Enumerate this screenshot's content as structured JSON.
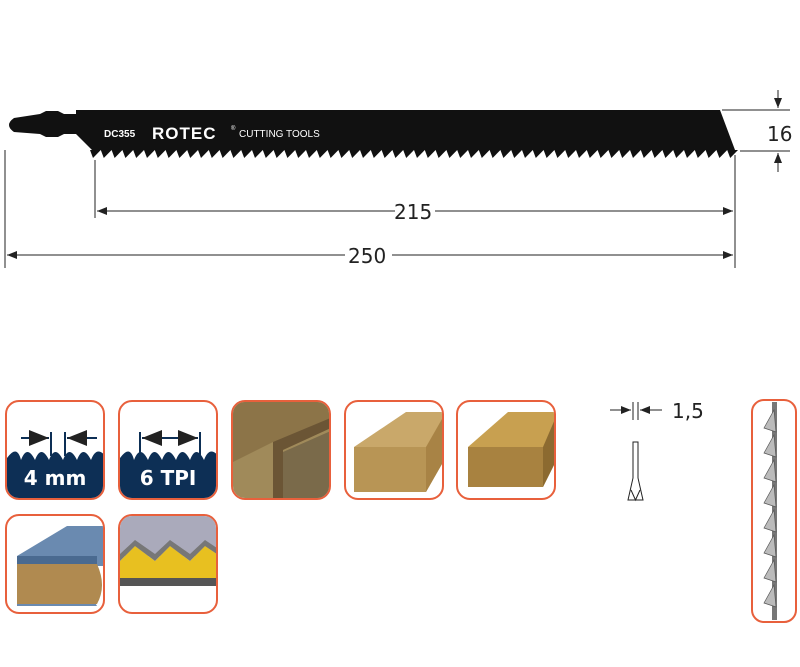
{
  "blade": {
    "model": "DC355",
    "brand": "ROTEC",
    "brand_mark": "®",
    "tagline": "CUTTING TOOLS"
  },
  "dimensions": {
    "height": "16",
    "cutting_length": "215",
    "total_length": "250",
    "thickness": "1,5"
  },
  "icons": [
    {
      "name": "tooth-pitch",
      "label": "4 mm"
    },
    {
      "name": "teeth-per-inch",
      "label": "6 TPI"
    },
    {
      "name": "wood-joint"
    },
    {
      "name": "soft-wood"
    },
    {
      "name": "chipboard"
    },
    {
      "name": "laminated-board"
    },
    {
      "name": "sandwich-panel"
    }
  ],
  "colors": {
    "border": "#e8603c",
    "navy": "#0d2f55",
    "blade": "#111111"
  }
}
